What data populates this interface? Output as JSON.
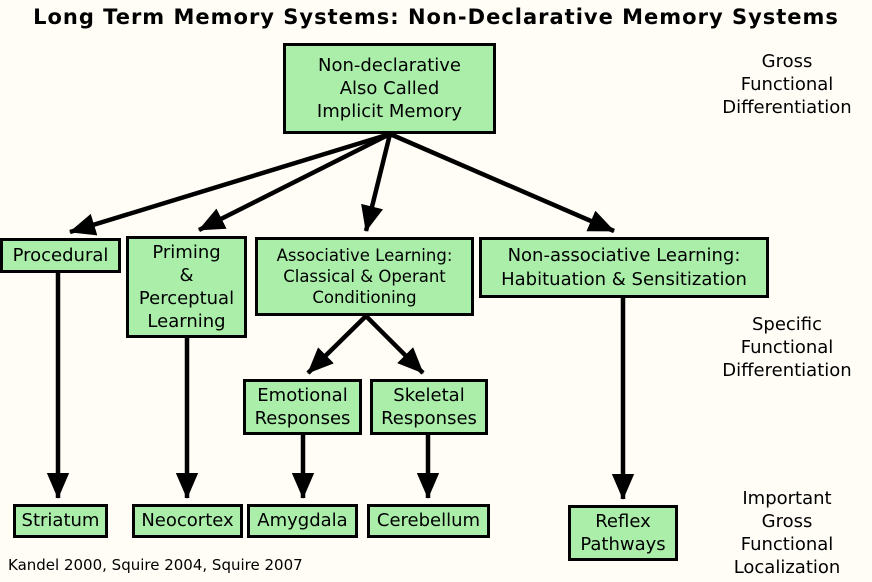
{
  "title": "Long Term Memory Systems: Non-Declarative Memory Systems",
  "citation": "Kandel 2000, Squire 2004, Squire 2007",
  "colors": {
    "background": "#FFFDF6",
    "node_fill": "#AAEEAA",
    "node_border": "#000000",
    "arrow": "#000000",
    "text": "#000000"
  },
  "nodes": {
    "root": {
      "label": "Non-declarative\nAlso Called\nImplicit Memory"
    },
    "procedural": {
      "label": "Procedural"
    },
    "priming": {
      "label": "Priming\n&\nPerceptual\nLearning"
    },
    "associative": {
      "label": "Associative Learning:\nClassical & Operant\nConditioning"
    },
    "nonassociative": {
      "label": "Non-associative Learning:\nHabituation & Sensitization"
    },
    "emotional": {
      "label": "Emotional\nResponses"
    },
    "skeletal": {
      "label": "Skeletal\nResponses"
    },
    "striatum": {
      "label": "Striatum"
    },
    "neocortex": {
      "label": "Neocortex"
    },
    "amygdala": {
      "label": "Amygdala"
    },
    "cerebellum": {
      "label": "Cerebellum"
    },
    "reflex": {
      "label": "Reflex\nPathways"
    }
  },
  "side_labels": {
    "gross": "Gross\nFunctional\nDifferentiation",
    "specific": "Specific\nFunctional\nDifferentiation",
    "important": "Important\nGross\nFunctional\nLocalization"
  },
  "edges": [
    {
      "from": "root",
      "to": "procedural"
    },
    {
      "from": "root",
      "to": "priming"
    },
    {
      "from": "root",
      "to": "associative"
    },
    {
      "from": "root",
      "to": "nonassociative"
    },
    {
      "from": "procedural",
      "to": "striatum"
    },
    {
      "from": "priming",
      "to": "neocortex"
    },
    {
      "from": "associative",
      "to": "emotional"
    },
    {
      "from": "associative",
      "to": "skeletal"
    },
    {
      "from": "emotional",
      "to": "amygdala"
    },
    {
      "from": "skeletal",
      "to": "cerebellum"
    },
    {
      "from": "nonassociative",
      "to": "reflex"
    }
  ]
}
